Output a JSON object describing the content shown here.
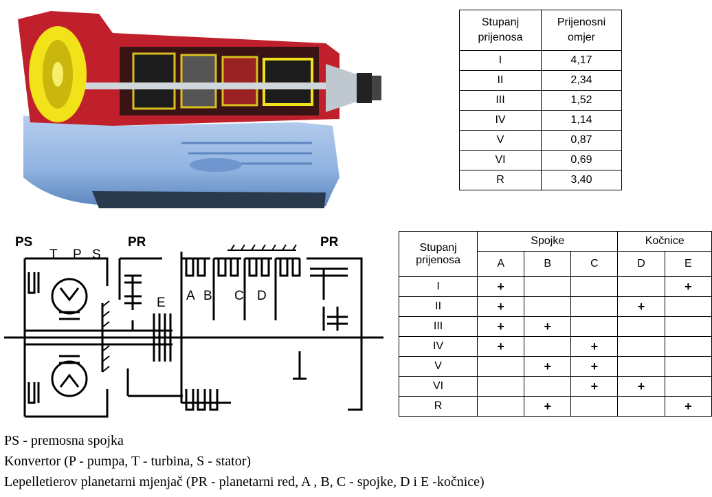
{
  "ratio_table": {
    "headers": [
      [
        "Stupanj",
        "prijenosa"
      ],
      [
        "Prijenosni",
        "omjer"
      ]
    ],
    "rows": [
      [
        "I",
        "4,17"
      ],
      [
        "II",
        "2,34"
      ],
      [
        "III",
        "1,52"
      ],
      [
        "IV",
        "1,14"
      ],
      [
        "V",
        "0,87"
      ],
      [
        "VI",
        "0,69"
      ],
      [
        "R",
        "3,40"
      ]
    ]
  },
  "shift_table": {
    "gear_header": [
      "Stupanj",
      "prijenosa"
    ],
    "group_spojke": "Spojke",
    "group_kocnice": "Kočnice",
    "elements": [
      "A",
      "B",
      "C",
      "D",
      "E"
    ],
    "mark": "+",
    "rows": [
      {
        "gear": "I",
        "engaged": [
          true,
          false,
          false,
          false,
          true
        ]
      },
      {
        "gear": "II",
        "engaged": [
          true,
          false,
          false,
          true,
          false
        ]
      },
      {
        "gear": "III",
        "engaged": [
          true,
          true,
          false,
          false,
          false
        ]
      },
      {
        "gear": "IV",
        "engaged": [
          true,
          false,
          true,
          false,
          false
        ]
      },
      {
        "gear": "V",
        "engaged": [
          false,
          true,
          true,
          false,
          false
        ]
      },
      {
        "gear": "VI",
        "engaged": [
          false,
          false,
          true,
          true,
          false
        ]
      },
      {
        "gear": "R",
        "engaged": [
          false,
          true,
          false,
          false,
          true
        ]
      }
    ]
  },
  "diagram": {
    "labels": {
      "ps": "PS",
      "t": "T",
      "p": "P",
      "s": "S",
      "pr_left": "PR",
      "pr_right": "PR",
      "e": "E",
      "a": "A",
      "b": "B",
      "c": "C",
      "d": "D"
    }
  },
  "caption": [
    "PS - premosna spojka",
    "Konvertor (P - pumpa, T - turbina, S - stator)",
    "Lepelletierov planetarni mjenjač (PR - planetarni red,  A , B, C - spojke, D i E -kočnice)"
  ],
  "colors": {
    "housing": "#8fb3e0",
    "housing_dark": "#5d86bf",
    "section_red": "#c0202c",
    "converter_yellow": "#f2e21a",
    "oil_pan": "#2a3a4c"
  }
}
